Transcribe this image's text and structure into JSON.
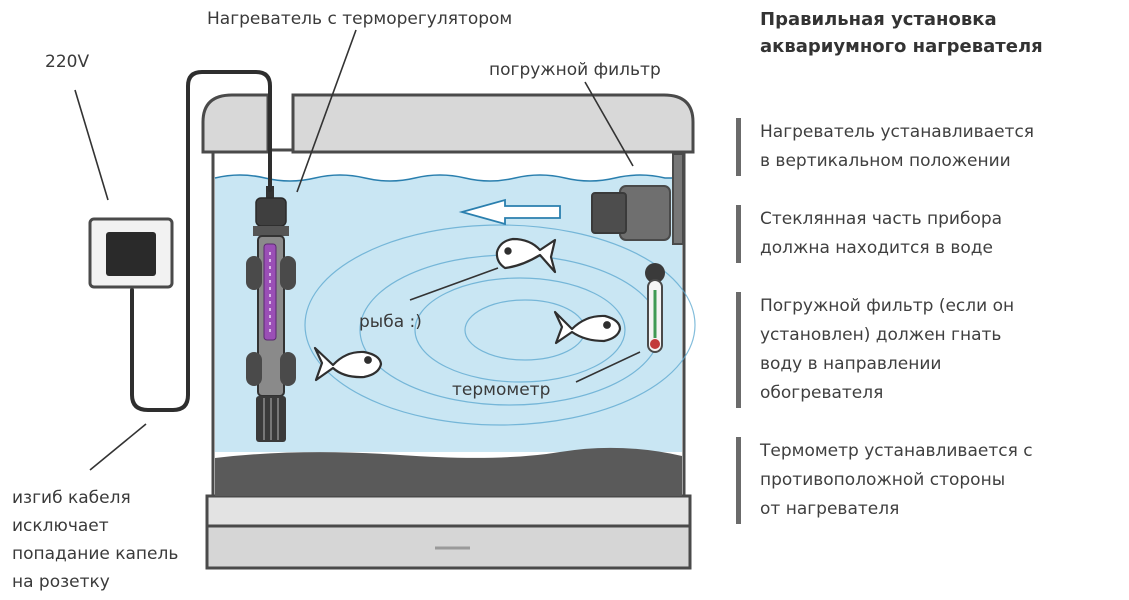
{
  "labels": {
    "heater": "Нагреватель с терморегулятором",
    "voltage": "220V",
    "filter": "погружной фильтр",
    "fish": "рыба :)",
    "thermometer": "термометр",
    "cable": [
      "изгиб кабеля",
      "исключает",
      "попадание капель",
      "на розетку"
    ]
  },
  "sidebar": {
    "title": [
      "Правильная установка",
      "аквариумного нагревателя"
    ],
    "notes": [
      [
        "Нагреватель устанавливается",
        "в вертикальном положении"
      ],
      [
        "Стеклянная часть прибора",
        "должна находится в воде"
      ],
      [
        "Погружной фильтр (если он",
        "установлен) должен гнать",
        "воду в направлении",
        "обогревателя"
      ],
      [
        "Термометр устанавливается с",
        "противоположной стороны",
        "от нагревателя"
      ]
    ]
  },
  "colors": {
    "water": "#c9e6f3",
    "water_line": "#2a7fae",
    "stroke": "#4a4a4a",
    "gravel": "#5a5a5a",
    "lid": "#d8d8d8",
    "heater_accent": "#9a4fb6"
  }
}
